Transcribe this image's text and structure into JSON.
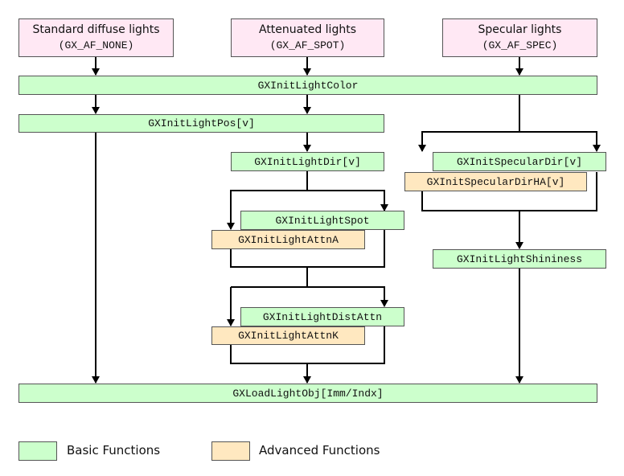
{
  "headers": {
    "standard": {
      "title": "Standard diffuse lights",
      "code": "(GX_AF_NONE)"
    },
    "attenuated": {
      "title": "Attenuated lights",
      "code": "(GX_AF_SPOT)"
    },
    "specular": {
      "title": "Specular lights",
      "code": "(GX_AF_SPEC)"
    }
  },
  "functions": {
    "init_light_color": "GXInitLightColor",
    "init_light_pos": "GXInitLightPos[v]",
    "init_light_dir": "GXInitLightDir[v]",
    "init_specular_dir": "GXInitSpecularDir[v]",
    "init_specular_dir_ha": "GXInitSpecularDirHA[v]",
    "init_light_spot": "GXInitLightSpot",
    "init_light_attn_a": "GXInitLightAttnA",
    "init_light_shininess": "GXInitLightShininess",
    "init_light_dist_attn": "GXInitLightDistAttn",
    "init_light_attn_k": "GXInitLightAttnK",
    "load_light_obj": "GXLoadLightObj[Imm/Indx]"
  },
  "legend": {
    "basic": "Basic Functions",
    "advanced": "Advanced Functions"
  },
  "colors": {
    "basic": "#ccffcc",
    "advanced": "#ffe8c0",
    "header": "#ffe8f4",
    "line": "#000000"
  }
}
